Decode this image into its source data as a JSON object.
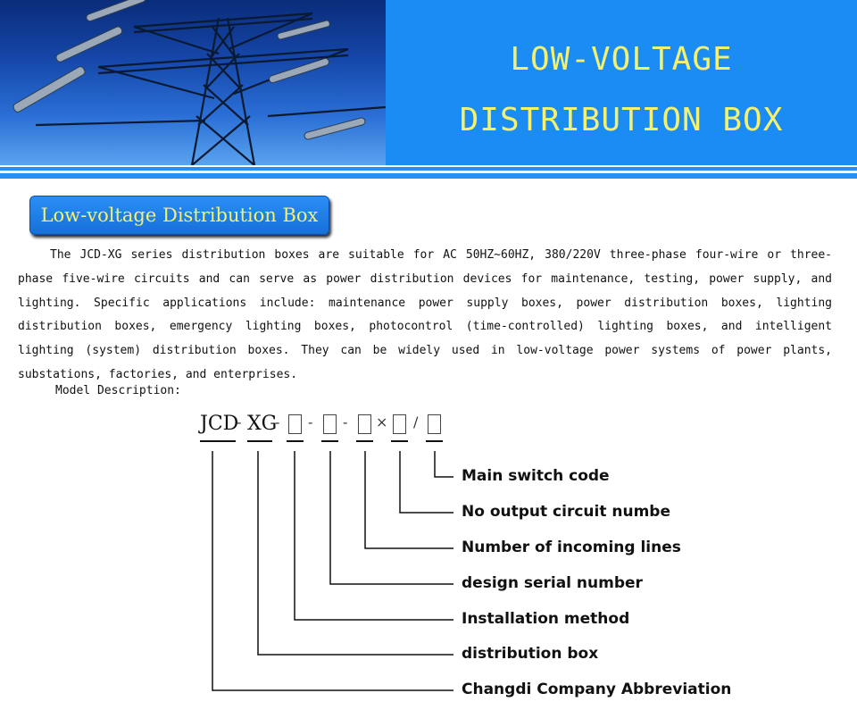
{
  "banner": {
    "title_line1": "LOW-VOLTAGE",
    "title_line2": "DISTRIBUTION BOX"
  },
  "section": {
    "heading": "Low-voltage Distribution Box",
    "description": "The JCD-XG series distribution boxes are suitable for AC 50HZ~60HZ, 380/220V three-phase four-wire or three-phase five-wire circuits and can serve as power distribution devices for maintenance, testing, power supply, and lighting. Specific applications include: maintenance power supply boxes, power distribution boxes, lighting distribution boxes, emergency lighting boxes, photocontrol (time-controlled) lighting boxes, and intelligent lighting (system) distribution boxes. They can be widely used in low-voltage power systems of power plants, substations, factories, and enterprises."
  },
  "model": {
    "label": "Model Description:",
    "prefix1": "JCD",
    "prefix2": "XG",
    "dash": "-",
    "times": "×",
    "slash": "/",
    "parts": [
      "Main switch code",
      "No output circuit numbe",
      "Number of incoming lines",
      "design serial number",
      "Installation method",
      "distribution box",
      "Changdi Company Abbreviation"
    ]
  },
  "colors": {
    "banner_blue": "#1a8cf3",
    "title_yellow": "#f4f070",
    "pill_blue": "#1e7fe8"
  }
}
